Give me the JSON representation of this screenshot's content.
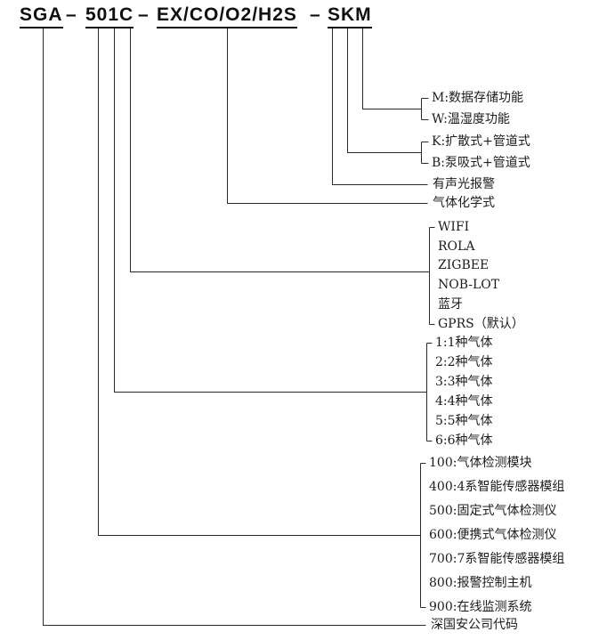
{
  "title": {
    "company": "SGA",
    "dash": "–",
    "series": "501C",
    "gases": "EX/CO/O2/H2S",
    "options": "SKM"
  },
  "groups": {
    "storage": [
      "M:数据存储功能",
      "W:温湿度功能"
    ],
    "sampling": [
      "K:扩散式+管道式",
      "B:泵吸式+管道式"
    ],
    "alarm": "有声光报警",
    "gas_formula": "气体化学式",
    "communication": [
      "WIFI",
      "ROLA",
      "ZIGBEE",
      "NOB-LOT",
      "蓝牙",
      "GPRS（默认）"
    ],
    "gas_count": [
      "1:1种气体",
      "2:2种气体",
      "3:3种气体",
      "4:4种气体",
      "5:5种气体",
      "6:6种气体"
    ],
    "product_series": [
      "100:气体检测模块",
      "400:4系智能传感器模组",
      "500:固定式气体检测仪",
      "600:便携式气体检测仪",
      "700:7系智能传感器模组",
      "800:报警控制主机",
      "900:在线监测系统"
    ],
    "company_code": "深国安公司代码"
  },
  "colors": {
    "line": "#2a2a2a",
    "text": "#1c1c1c"
  }
}
